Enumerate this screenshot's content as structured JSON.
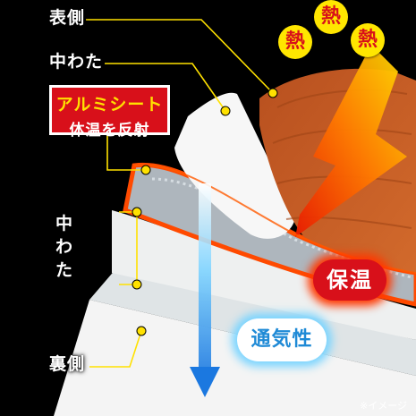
{
  "labels": {
    "omote": "表側",
    "naka_top": "中わた",
    "alumi_title": "アルミシート",
    "alumi_sub": "体温を反射",
    "naka_vertical": [
      "中",
      "わ",
      "た"
    ],
    "ura": "裏側"
  },
  "heat": [
    "熱",
    "熱",
    "熱"
  ],
  "hoon": "保温",
  "tsuki": "通気性",
  "note": "※イメージ",
  "colors": {
    "accent_red": "#d8101a",
    "label_yellow": "#ffe100",
    "heat_orange": "#c9521c",
    "breath_blue": "#1f8ad6"
  },
  "icons": [
    "heat-arrow-icon",
    "airflow-arrow-icon"
  ]
}
